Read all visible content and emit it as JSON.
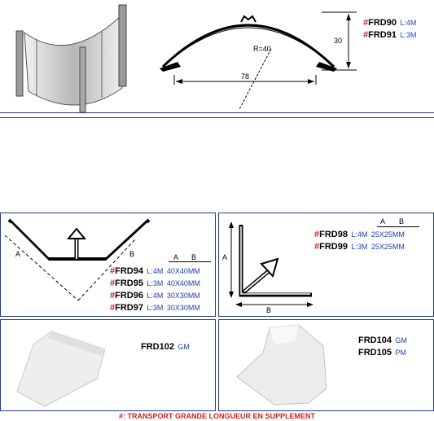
{
  "top_section": {
    "profiles": [
      {
        "hash": "#",
        "code": "FRD90",
        "spec": "L:4M"
      },
      {
        "hash": "#",
        "code": "FRD91",
        "spec": "L:3M"
      }
    ],
    "dims": {
      "radius": "R=40",
      "width": "78",
      "height": "30"
    }
  },
  "panel_corner_profiles": {
    "dims": {
      "a": "A",
      "b": "B"
    },
    "header": {
      "a": "A",
      "b": "B"
    },
    "items": [
      {
        "hash": "#",
        "code": "FRD94",
        "len": "L:4M",
        "size": "40X40MM"
      },
      {
        "hash": "#",
        "code": "FRD95",
        "len": "L:3M",
        "size": "40X40MM"
      },
      {
        "hash": "#",
        "code": "FRD96",
        "len": "L:4M",
        "size": "30X30MM"
      },
      {
        "hash": "#",
        "code": "FRD97",
        "len": "L:3M",
        "size": "30X30MM"
      }
    ]
  },
  "panel_angle_profiles": {
    "dims": {
      "a": "A",
      "b": "B"
    },
    "header": {
      "a": "A",
      "b": "B"
    },
    "items": [
      {
        "hash": "#",
        "code": "FRD98",
        "len": "L:4M",
        "size": "25X25MM"
      },
      {
        "hash": "#",
        "code": "FRD99",
        "len": "L:3M",
        "size": "25X25MM"
      }
    ]
  },
  "panel_frd102": {
    "code": "FRD102",
    "spec": "GM"
  },
  "panel_frd104": {
    "items": [
      {
        "code": "FRD104",
        "spec": "GM"
      },
      {
        "code": "FRD105",
        "spec": "PM"
      }
    ]
  },
  "footer": {
    "note": "#: TRANSPORT GRANDE LONGUEUR EN SUPPLEMENT"
  }
}
